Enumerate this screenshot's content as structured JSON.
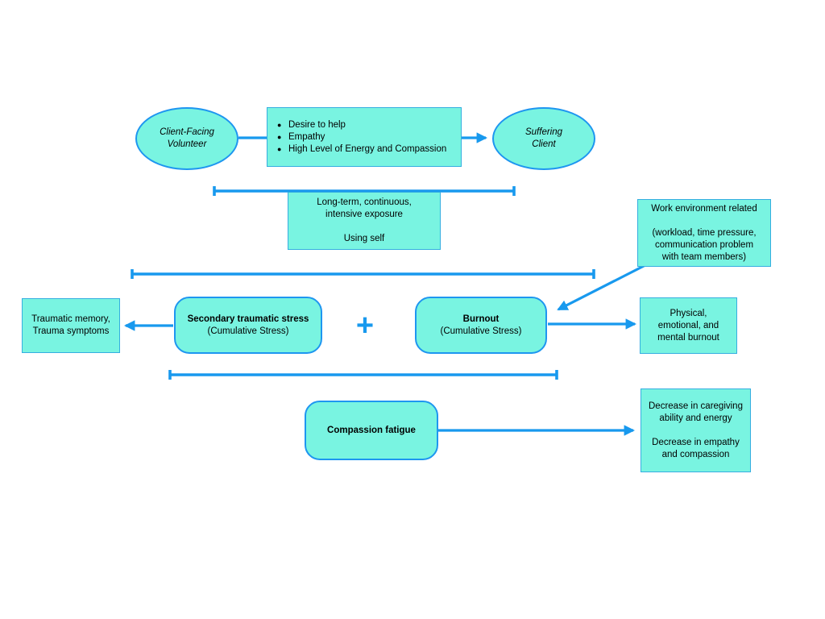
{
  "colors": {
    "background": "#ffffff",
    "node-fill": "#79f4e1",
    "node-border": "#1e96f0",
    "rect-border": "#35aee0",
    "arrow": "#1899ee",
    "text": "#000000"
  },
  "nodes": {
    "client_volunteer": {
      "lines": [
        "Client-Facing",
        "Volunteer"
      ]
    },
    "traits": {
      "items": [
        "Desire to help",
        "Empathy",
        "High Level of Energy and Compassion"
      ]
    },
    "suffering_client": {
      "lines": [
        "Suffering",
        "Client"
      ]
    },
    "exposure": {
      "lines": [
        "Long-term, continuous,",
        "intensive exposure",
        "Using self"
      ]
    },
    "work_environment": {
      "lines": [
        "Work environment related",
        "(workload, time pressure,",
        "communication problem",
        "with team members)"
      ]
    },
    "traumatic_memory": {
      "lines": [
        "Traumatic memory,",
        "Trauma symptoms"
      ]
    },
    "secondary_stress": {
      "title": "Secondary traumatic stress",
      "subtitle": "(Cumulative Stress)"
    },
    "plus_label": "+",
    "burnout": {
      "title": "Burnout",
      "subtitle": "(Cumulative Stress)"
    },
    "physical_burnout": {
      "lines": [
        "Physical,",
        "emotional, and",
        "mental burnout"
      ]
    },
    "compassion_fatigue": {
      "title": "Compassion fatigue"
    },
    "decrease": {
      "lines": [
        "Decrease in caregiving",
        "ability and energy",
        "Decrease in empathy",
        "and compassion"
      ]
    }
  }
}
